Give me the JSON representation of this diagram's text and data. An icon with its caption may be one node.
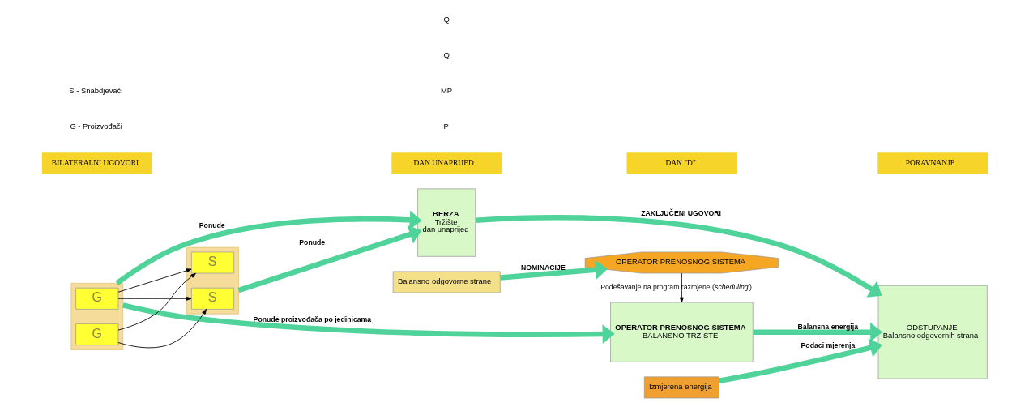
{
  "diagram": {
    "nodes": [
      {
        "text": [],
        "shape": "box"
      },
      {
        "text": [
          "S"
        ],
        "in": 0
      },
      {
        "text": [
          "S"
        ],
        "in": 0
      },
      {
        "text": [],
        "shape": "box"
      },
      {
        "text": [
          "G"
        ],
        "in": 3
      },
      {
        "text": [
          "G"
        ],
        "in": 3
      },
      {
        "text": [
          "BERZA",
          "Tržište",
          "dan unaprijed"
        ]
      },
      {
        "text": [
          "OPERATOR PRENOSNOG SISTEMA",
          "BALANSNO TRŽIŠTE"
        ]
      },
      {
        "text": [
          "ODSTUPANJE",
          "Balansno odgovornih strana"
        ]
      },
      {
        "text": [
          "Izmjerena energija"
        ]
      },
      {
        "text": [
          "Balansno odgovorne strane"
        ]
      },
      {
        "text": [
          "OPERATOR PRENOSNOG SISTEMA"
        ]
      }
    ],
    "edges": [
      {
        "from": 4,
        "to": 1,
        "arrow": "to",
        "color": "#000000"
      },
      {
        "from": 4,
        "to": 2,
        "arrow": "to",
        "color": "#000000"
      },
      {
        "from": 5,
        "to": 1,
        "arrow": "to",
        "color": "#000000"
      },
      {
        "from": 5,
        "to": 2,
        "arrow": "to",
        "color": "#000000"
      },
      {
        "from": 0,
        "to": 6,
        "arrow": "to",
        "label": "Ponude"
      },
      {
        "from": 3,
        "to": 6,
        "arrow": "to",
        "label": "Ponude"
      },
      {
        "from": 6,
        "to": 8,
        "arrow": "to",
        "label": "ZAKLJUČENI UGOVORI"
      },
      {
        "from": 3,
        "to": 7,
        "arrow": "to",
        "label": "Ponude proizvođača po jedinicama"
      },
      {
        "from": 7,
        "to": 8,
        "arrow": "to",
        "label": "Balansna energija"
      },
      {
        "from": 9,
        "to": 8,
        "arrow": "to",
        "label": "Podaci mjerenja"
      },
      {
        "from": 10,
        "to": 11,
        "arrow": "to",
        "label": "NOMINACIJE"
      },
      {
        "from": 11,
        "to": 7,
        "arrow": "to",
        "label": "Podešavanje na program razmjene (*scheduling*)",
        "color": "#000000"
      }
    ],
    "labels": [
      "BILATERALNI UGOVORI",
      "DAN UNAPRIJED",
      "DAN \"D\"",
      "PORAVNANJE",
      "P",
      "MP",
      "Q",
      "Q",
      "G - Proizvođači",
      "S - Snabdjevači"
    ]
  }
}
